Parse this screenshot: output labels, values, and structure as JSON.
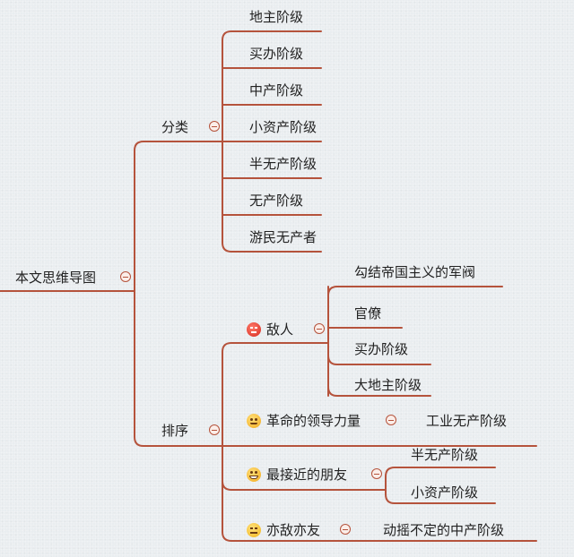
{
  "root": {
    "label": "本文思维导图",
    "icon": "collapse-icon"
  },
  "branches": [
    {
      "id": "classification",
      "label": "分类",
      "icon": "collapse-icon",
      "children": [
        "地主阶级",
        "买办阶级",
        "中产阶级",
        "小资产阶级",
        "半无产阶级",
        "无产阶级",
        "游民无产者"
      ]
    },
    {
      "id": "ranking",
      "label": "排序",
      "icon": "collapse-icon",
      "children": [
        {
          "label": "敌人",
          "emoji": "angry-face-icon",
          "children": [
            "勾结帝国主义的军阀",
            "官僚",
            "买办阶级",
            "大地主阶级"
          ]
        },
        {
          "label": "革命的领导力量",
          "emoji": "smiling-face-icon",
          "children": [
            "工业无产阶级"
          ]
        },
        {
          "label": "最接近的朋友",
          "emoji": "grinning-face-icon",
          "children": [
            "半无产阶级",
            "小资产阶级"
          ]
        },
        {
          "label": "亦敌亦友",
          "emoji": "neutral-face-icon",
          "children": [
            "动摇不定的中产阶级"
          ]
        }
      ]
    }
  ],
  "colors": {
    "line": "#b5533c",
    "text": "#222222",
    "background": "#e9edf0"
  }
}
